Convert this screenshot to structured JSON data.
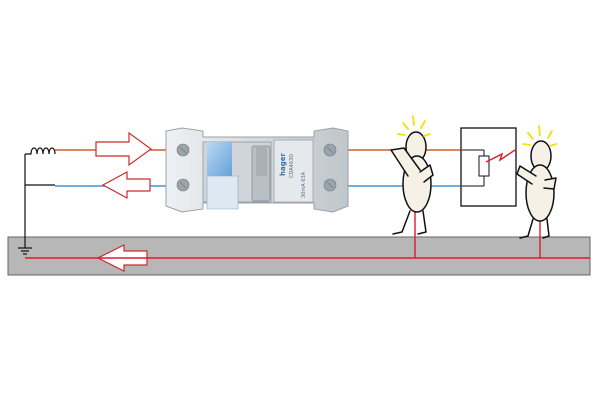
{
  "device": {
    "brand": "hager",
    "model_label": "CDA463D",
    "rating_label": "30mA 63A"
  },
  "colors": {
    "ground_fill": "#b7b7b7",
    "ground_stroke": "#666666",
    "phase_wire": "#c9602f",
    "neutral_wire": "#3f96d6",
    "fault_path": "#d91e26",
    "flow_arrow": "#cc2b2b",
    "device_body": "#d8dcdf",
    "device_accent": "#7fb4e5",
    "spark": "#f5e100",
    "figure_line": "#111111",
    "figure_fill": "#f6f1e7"
  },
  "icons": {
    "transformer": "transformer-coil-icon",
    "earth": "earth-ground-icon",
    "breaker": "residual-current-breaker-icon",
    "spark": "electric-spark-icon",
    "load": "resistor-load-icon"
  }
}
